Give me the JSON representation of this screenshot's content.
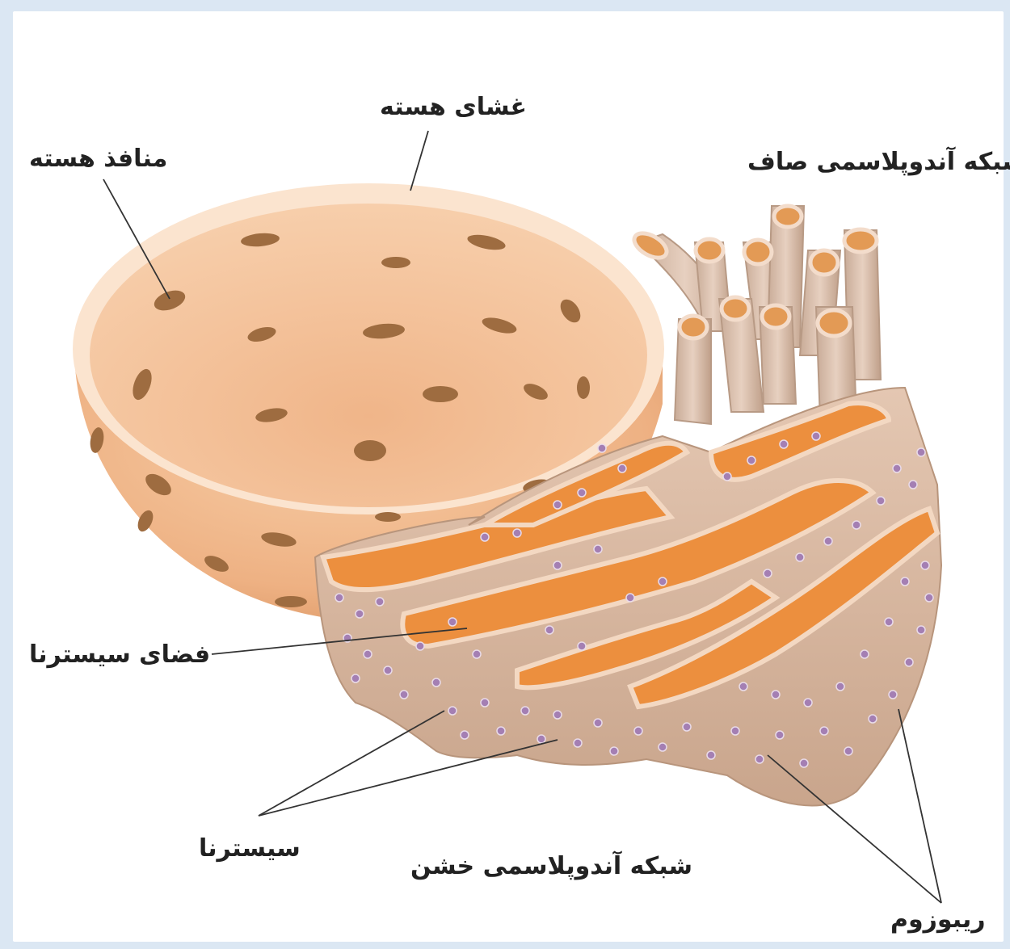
{
  "diagram": {
    "labels": {
      "nuclear_membrane": "غشای هسته",
      "nuclear_pores": "منافذ هسته",
      "smooth_er": "شبکه آندوپلاسمی صاف",
      "cisterna_space": "فضای سیسترنا",
      "cisterna": "سیسترنا",
      "rough_er": "شبکه آندوپلاسمی خشن",
      "ribosome": "ریبوزوم"
    },
    "colors": {
      "background_border": "#dbe7f3",
      "nucleus_outer": "#f1b98a",
      "nucleus_inner": "#f5c9a2",
      "nucleus_rim": "#fbe3cc",
      "pore": "#9b6a3d",
      "er_membrane": "#d8b9a2",
      "er_lumen": "#e8893a",
      "ribosome": "#a27bb0",
      "leader_line": "#333333"
    }
  }
}
